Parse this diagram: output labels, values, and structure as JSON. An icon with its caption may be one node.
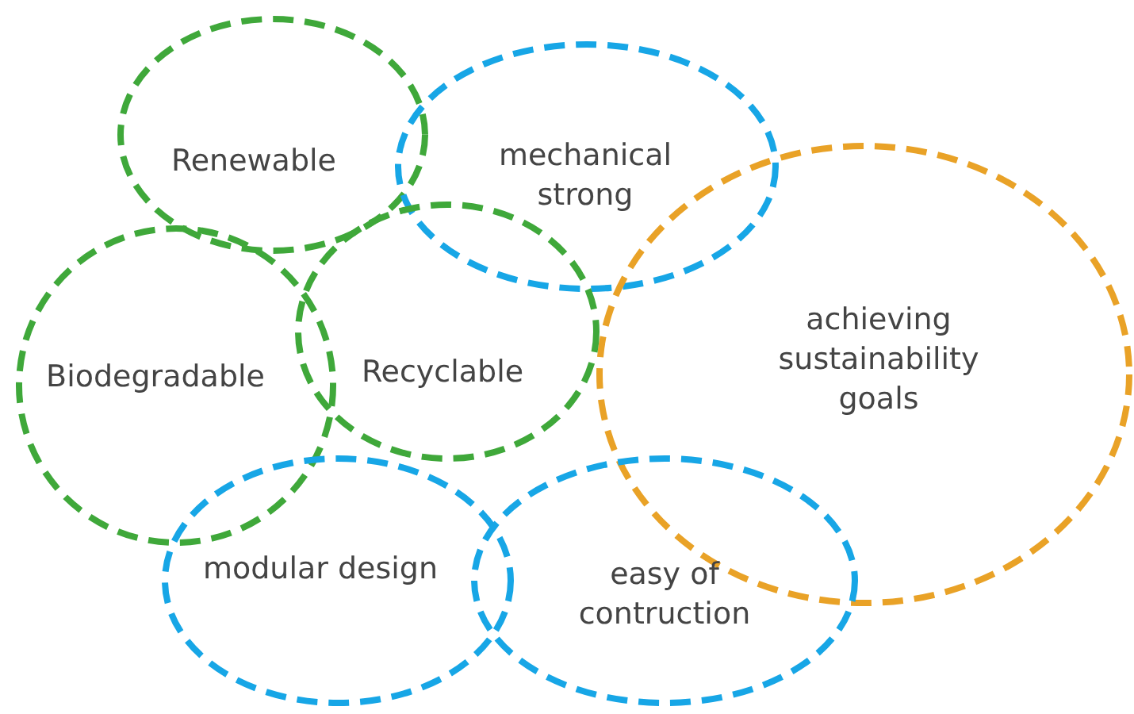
{
  "diagram": {
    "nodes": [
      {
        "text": [
          "Renewable"
        ]
      },
      {
        "text": [
          "mechanical strong"
        ]
      },
      {
        "text": [
          "achieving sustainability goals"
        ]
      },
      {
        "text": [
          "Biodegradable"
        ]
      },
      {
        "text": [
          "Recyclable"
        ]
      },
      {
        "text": [
          "modular design"
        ]
      },
      {
        "text": [
          "easy of contruction"
        ]
      }
    ]
  }
}
